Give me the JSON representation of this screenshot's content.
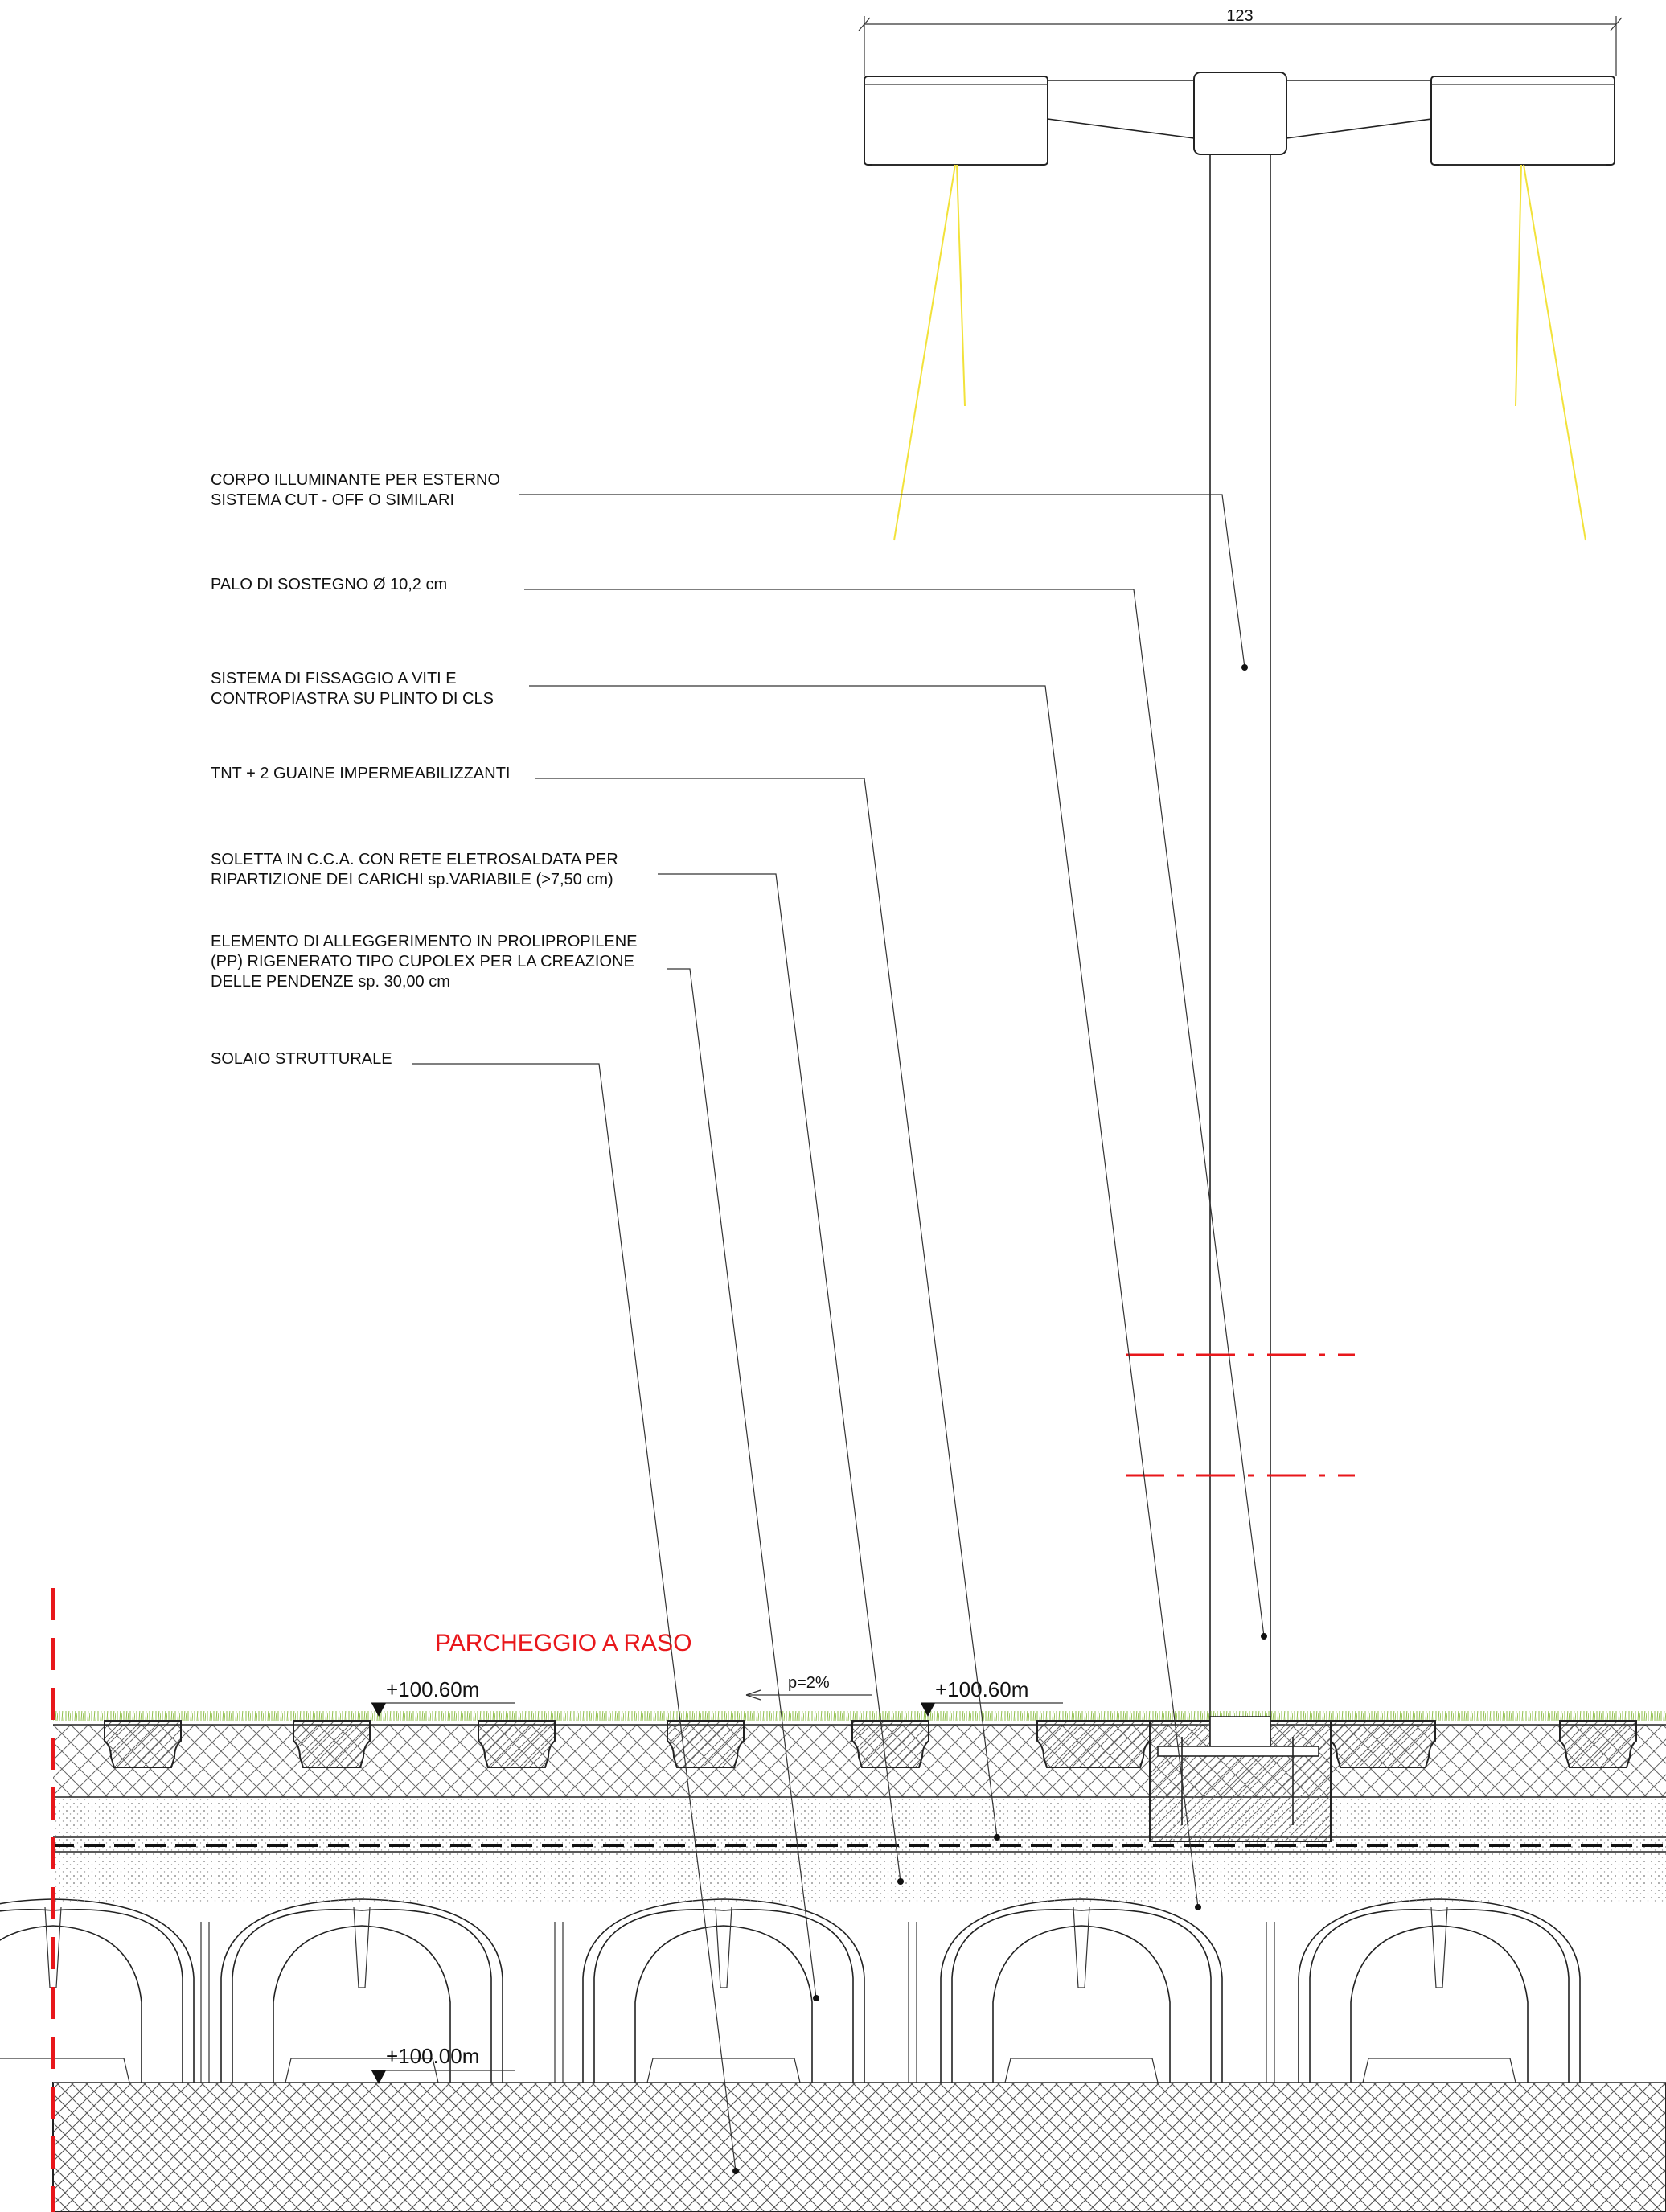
{
  "dimension": {
    "width_label": "123"
  },
  "title": "PARCHEGGIO A RASO",
  "slope": "p=2%",
  "levels": {
    "top_left": "+100.60m",
    "top_right": "+100.60m",
    "bottom": "+100.00m"
  },
  "labels": [
    {
      "lines": [
        "CORPO ILLUMINANTE PER ESTERNO",
        "SISTEMA CUT - OFF O SIMILARI"
      ]
    },
    {
      "lines": [
        "PALO  DI SOSTEGNO Ø 10,2 cm"
      ]
    },
    {
      "lines": [
        "SISTEMA DI FISSAGGIO A VITI E",
        "CONTROPIASTRA SU PLINTO DI CLS"
      ]
    },
    {
      "lines": [
        "TNT + 2 GUAINE IMPERMEABILIZZANTI"
      ]
    },
    {
      "lines": [
        "SOLETTA IN C.C.A. CON RETE ELETROSALDATA PER",
        "RIPARTIZIONE DEI CARICHI sp.VARIABILE (>7,50 cm)"
      ]
    },
    {
      "lines": [
        "ELEMENTO DI ALLEGGERIMENTO IN PROLIPROPILENE",
        "(PP) RIGENERATO TIPO CUPOLEX PER LA CREAZIONE",
        "DELLE PENDENZE sp. 30,00 cm"
      ]
    },
    {
      "lines": [
        "SOLAIO STRUTTURALE"
      ]
    }
  ],
  "colors": {
    "cut_line": "#e8171b",
    "light_ray": "#f2e23a",
    "grass": "#8fbf4a"
  }
}
